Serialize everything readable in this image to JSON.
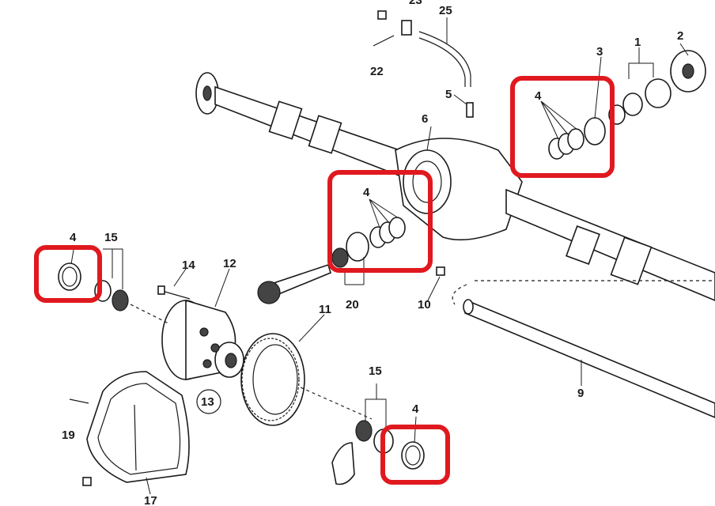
{
  "highlight_color": "#e0191f",
  "labels": {
    "l1": "1",
    "l2": "2",
    "l3": "3",
    "l4a": "4",
    "l4b": "4",
    "l4c": "4",
    "l4d": "4",
    "l5": "5",
    "l6": "6",
    "l9": "9",
    "l10": "10",
    "l11": "11",
    "l12": "12",
    "l13": "13",
    "l14": "14",
    "l15a": "15",
    "l15b": "15",
    "l17": "17",
    "l19": "19",
    "l20": "20",
    "l22": "22",
    "l23": "23",
    "l25": "25"
  }
}
